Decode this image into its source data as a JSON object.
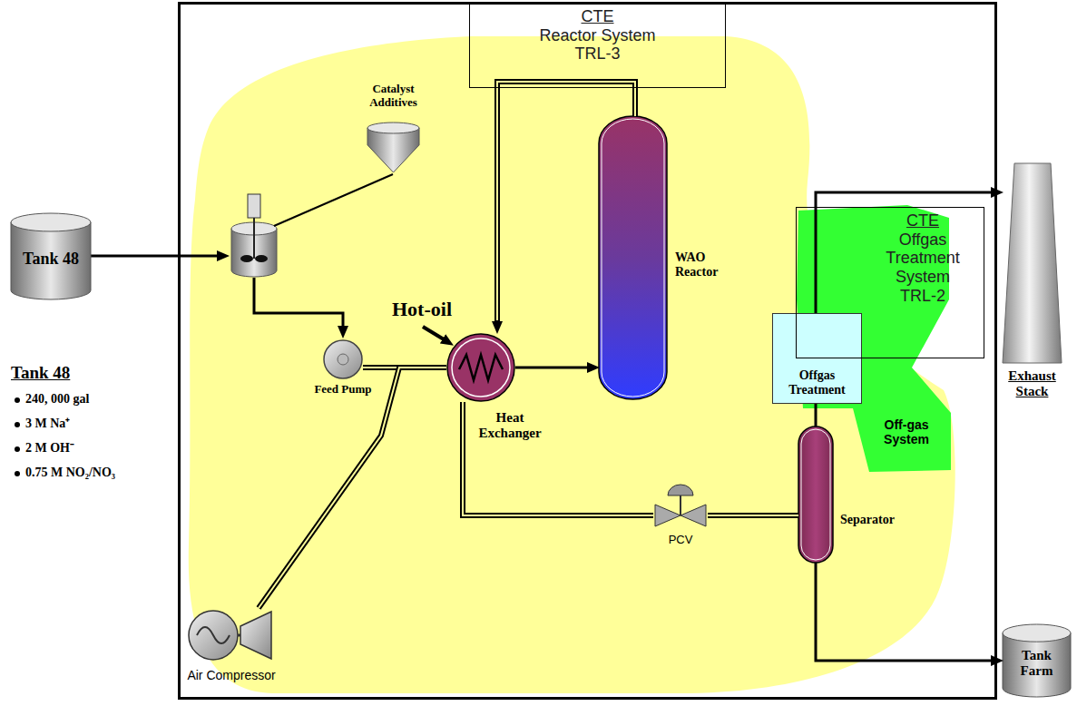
{
  "diagram": {
    "nodes": [
      {
        "text": [
          "Tank 48"
        ]
      },
      {
        "text": [
          "CTE",
          "Reactor System TRL-3"
        ]
      },
      {
        "text": [
          "Catalyst Additives"
        ]
      },
      {
        "text": [
          "Feed Pump"
        ]
      },
      {
        "text": [
          "Heat Exchanger"
        ]
      },
      {
        "text": [
          "WAO Reactor"
        ]
      },
      {
        "text": [
          "Air Compressor"
        ]
      },
      {
        "text": [
          "PCV"
        ]
      },
      {
        "text": [
          "Off-gas System"
        ]
      },
      {
        "text": [
          "Offgas Treatment"
        ],
        "in": 8
      },
      {
        "text": [
          "CTE",
          "Offgas Treatment System TRL-2"
        ]
      },
      {
        "text": [
          "Separator"
        ]
      },
      {
        "text": [
          "Exhaust Stack"
        ]
      },
      {
        "text": [
          "Tank Farm"
        ]
      }
    ],
    "edges": [
      {
        "from": 3,
        "to": 4,
        "arrow": "none"
      },
      {
        "from": 6,
        "to": 4,
        "arrow": "none"
      },
      {
        "from": 4,
        "to": 5,
        "arrow": "to"
      },
      {
        "from": 5,
        "to": 4,
        "arrow": "to"
      },
      {
        "from": 4,
        "to": 7,
        "arrow": "none"
      },
      {
        "from": 7,
        "to": 11,
        "arrow": "none"
      },
      {
        "from": 11,
        "to": 9,
        "arrow": "none"
      },
      {
        "from": 9,
        "to": 12,
        "arrow": "to"
      },
      {
        "from": 11,
        "to": 13,
        "arrow": "to"
      }
    ],
    "labels": [
      "Tank 48",
      "240, 000 gal",
      "3 M Na⁺",
      "2 M OH⁻",
      "0.75 M NO₂/NO₃",
      "Hot-oil"
    ]
  }
}
